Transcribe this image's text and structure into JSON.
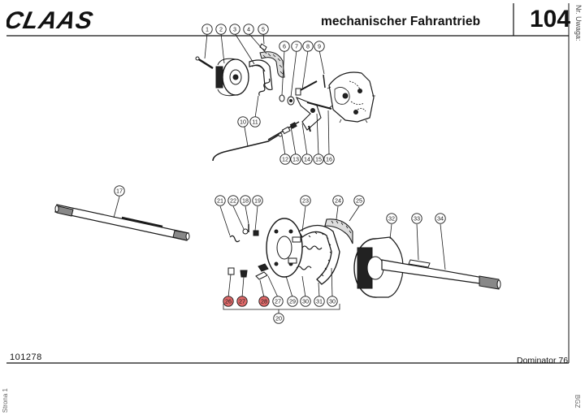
{
  "header": {
    "brand": "CLAAS",
    "title": "mechanischer Fahrantrieb",
    "page_number": "104",
    "side_label": "Nr. Uwaga:"
  },
  "footer": {
    "document_number": "101278",
    "model": "Dominator 76",
    "left_margin_text": "Strona 1",
    "right_margin_text": "BGZ"
  },
  "colors": {
    "ink": "#1a1a1a",
    "highlight": "#e06a6a"
  },
  "diagram": {
    "callouts": [
      "1",
      "2",
      "3",
      "4",
      "5",
      "6",
      "7",
      "8",
      "9",
      "10",
      "11",
      "12",
      "13",
      "14",
      "15",
      "16",
      "17",
      "18",
      "19",
      "20",
      "21",
      "22",
      "23",
      "24",
      "25",
      "26",
      "27",
      "28",
      "29",
      "30",
      "31",
      "32",
      "33",
      "34"
    ],
    "highlighted": [
      "26",
      "27",
      "28"
    ],
    "repeated_labels": [
      "27",
      "30"
    ]
  }
}
